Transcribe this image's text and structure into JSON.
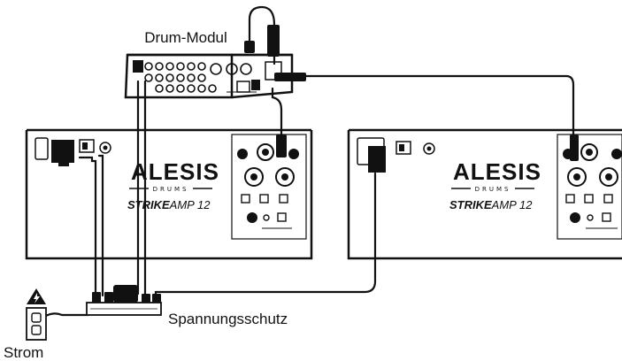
{
  "labels": {
    "drum_module": "Drum-Modul",
    "surge_protector": "Spannungsschutz",
    "power": "Strom"
  },
  "amps": [
    {
      "brand": "ALESIS",
      "sub": "DRUMS",
      "model_bold": "STRIKE",
      "model_rest": "AMP 12"
    },
    {
      "brand": "ALESIS",
      "sub": "DRUMS",
      "model_bold": "STRIKE",
      "model_rest": "AMP 12"
    }
  ],
  "colors": {
    "ink": "#111111",
    "background": "#ffffff"
  },
  "icons": [
    "warning-icon",
    "wall-outlet-icon",
    "power-plug-icon",
    "power-switch-icon",
    "knob-icon",
    "xlr-jack-icon"
  ]
}
